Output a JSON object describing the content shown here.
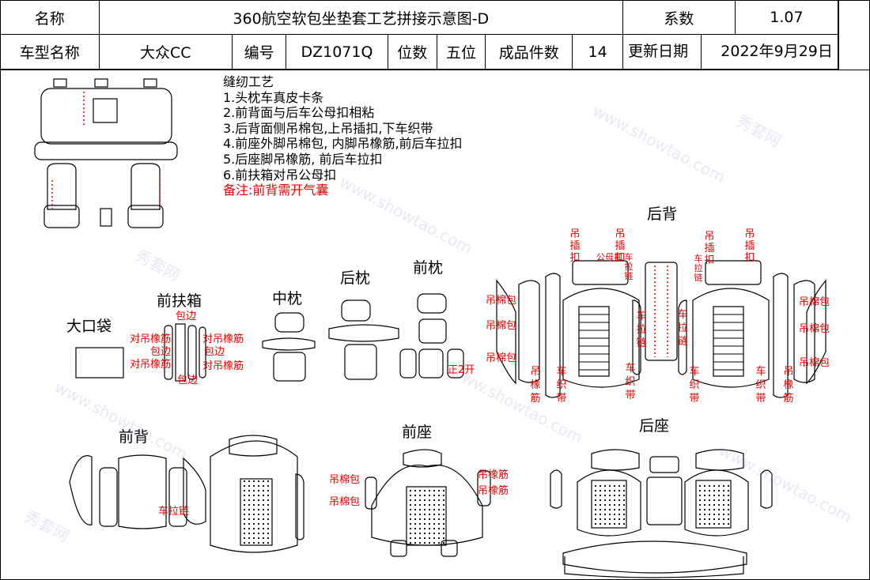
{
  "header": {
    "name_label": "名称",
    "title": "360航空软包坐垫套工艺拼接示意图-D",
    "coef_label": "系数",
    "coef_value": "1.07",
    "model_label": "车型名称",
    "model_value": "大众CC",
    "code_label": "编号",
    "code_value": "DZ1071Q",
    "seats_label": "位数",
    "seats_value": "五位",
    "pieces_label": "成品件数",
    "pieces_value": "14",
    "date_label": "更新日期",
    "date_value": "2022年9月29日"
  },
  "process": {
    "title": "缝纫工艺",
    "steps": [
      "1.头枕车真皮卡条",
      "2.前背面与后车公母扣相粘",
      "3.后背面侧吊棉包,上吊插扣,下车织带",
      "4.前座外脚吊棉包, 内脚吊橡筋,前后车拉扣",
      "5.后座脚吊橡筋, 前后车拉扣",
      "6.前扶箱对吊公母扣"
    ],
    "note": "备注:前背需开气囊"
  },
  "parts": {
    "pocket": "大口袋",
    "armrest": "前扶箱",
    "mid_pillow": "中枕",
    "rear_pillow": "后枕",
    "front_pillow": "前枕",
    "rear_back": "后背",
    "front_back": "前背",
    "front_seat": "前座",
    "rear_seat": "后座"
  },
  "annotations": {
    "edge": "包边",
    "pair_elastic": "对吊橡筋",
    "open_2": "正2开",
    "cotton": "吊棉包",
    "elastic": "吊橡筋",
    "zipper": "车拉链",
    "webbing": "车织带",
    "clip": "吊插扣",
    "male_female": "公母扣"
  },
  "watermark": {
    "url": "www.showtao.com",
    "brand": "秀套网"
  }
}
